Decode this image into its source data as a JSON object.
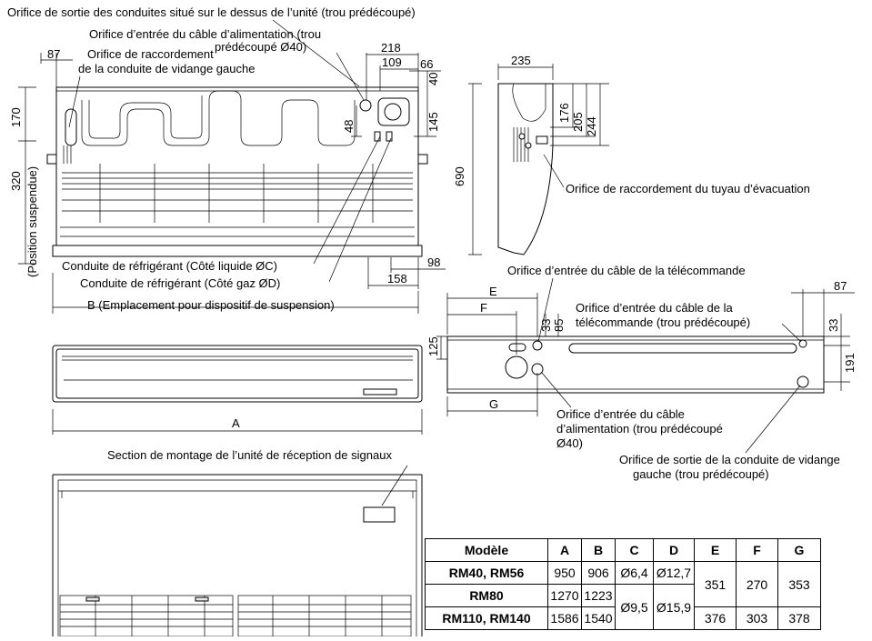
{
  "labels": {
    "top_outlet": "Orifice de sortie des conduites situé sur le dessus de l’unité (trou prédécoupé)",
    "power_inlet_1": "Orifice d’entrée du câble d’alimentation (trou",
    "power_inlet_2": "prédécoupé Ø40)",
    "left_drain_1": "Orifice de raccordement",
    "left_drain_2": "de la conduite de vidange gauche",
    "drain_pipe": "Orifice de raccordement du tuyau d’évacuation",
    "refrig_liquid": "Conduite de réfrigérant (Côté liquide ØC)",
    "refrig_gas": "Conduite de réfrigérant (Côté gaz ØD)",
    "hanger_b": "B (Emplacement pour dispositif de suspension)",
    "remote_inlet": "Orifice d’entrée du câble de la télécommande",
    "remote_inlet_ko_1": "Orifice d’entrée du câble de la",
    "remote_inlet_ko_2": "télécommande (trou prédécoupé)",
    "power_inlet_b_1": "Orifice d’entrée du câble",
    "power_inlet_b_2": "d’alimentation (trou prédécoupé",
    "power_inlet_b_3": "Ø40)",
    "left_drain_out_1": "Orifice de sortie de la conduite de vidange",
    "left_drain_out_2": "gauche (trou prédécoupé)",
    "signal_section": "Section de montage de l’unité de réception de signaux",
    "position_suspendue": "(Position suspendue)",
    "dim_a": "A",
    "dim_e": "E",
    "dim_f": "F",
    "dim_g": "G"
  },
  "dims": {
    "d87": "87",
    "d218": "218",
    "d109": "109",
    "d66": "66",
    "d40": "40",
    "d170": "170",
    "d320": "320",
    "d48": "48",
    "d145": "145",
    "d235": "235",
    "d176": "176",
    "d205": "205",
    "d244": "244",
    "d690": "690",
    "d98": "98",
    "d158": "158",
    "d33": "33",
    "d85": "85",
    "d125": "125",
    "d87b": "87",
    "d33b": "33",
    "d191": "191"
  },
  "table": {
    "headers": [
      "Modèle",
      "A",
      "B",
      "C",
      "D",
      "E",
      "F",
      "G"
    ],
    "rows": [
      {
        "model": "RM40, RM56",
        "a": "950",
        "b": "906",
        "c": "Ø6,4",
        "d": "Ø12,7"
      },
      {
        "model": "RM80",
        "a": "1270",
        "b": "1223"
      },
      {
        "model": "RM110, RM140",
        "a": "1586",
        "b": "1540"
      }
    ],
    "c_merged": "Ø9,5",
    "d_merged": "Ø15,9",
    "e_top": "351",
    "f_top": "270",
    "g_top": "353",
    "e_bot": "376",
    "f_bot": "303",
    "g_bot": "378"
  }
}
